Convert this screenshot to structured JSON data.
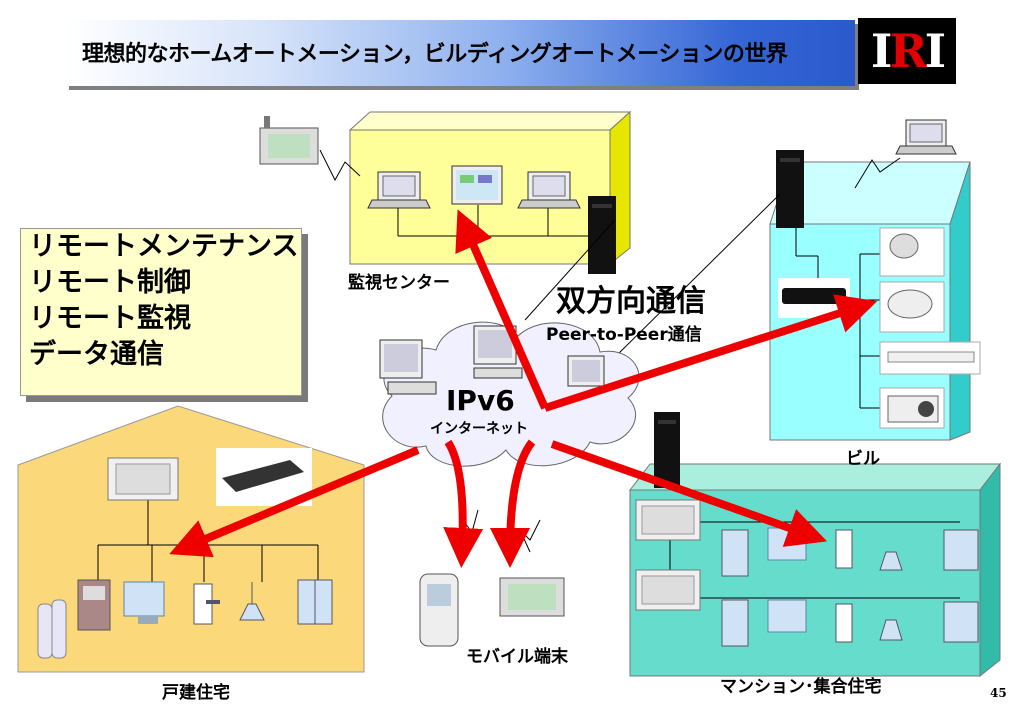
{
  "title": "理想的なホームオートメーション，ビルディングオートメーションの世界",
  "logo": {
    "text_i": "I",
    "text_r": "R",
    "text_i2": "I"
  },
  "services": [
    "リモートメンテナンス",
    "リモート制御",
    "リモート監視",
    "データ通信"
  ],
  "labels": {
    "monitor_center": "監視センター",
    "bidirectional": "双方向通信",
    "p2p": "Peer-to-Peer通信",
    "ipv6": "IPv6",
    "internet": "インターネット",
    "building": "ビル",
    "house": "戸建住宅",
    "mobile": "モバイル端末",
    "apartment": "マンション･集合住宅"
  },
  "page_number": "45",
  "colors": {
    "arrow": "#ee0000",
    "house": "#fbd97a",
    "center": "#ffff99",
    "building": "#99ffff",
    "apartment": "#66ddcc"
  }
}
